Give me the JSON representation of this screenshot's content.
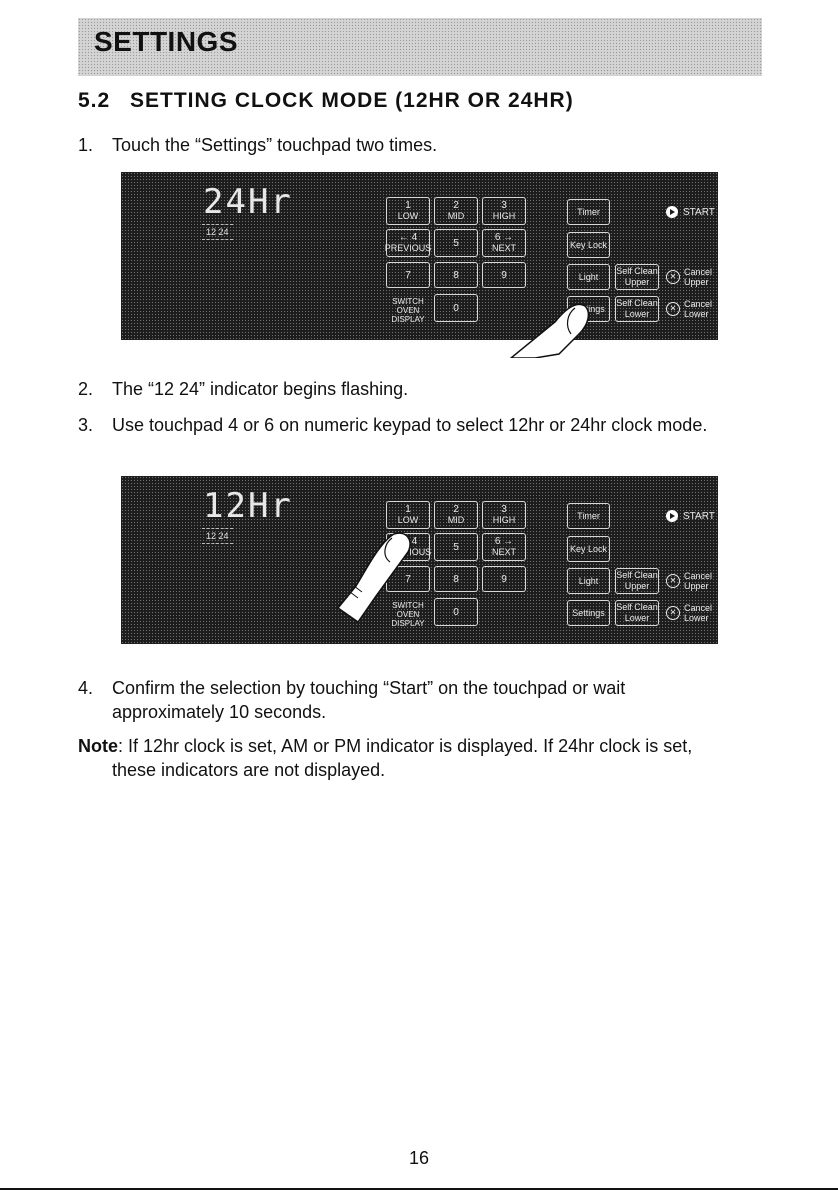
{
  "header": {
    "title": "SETTINGS"
  },
  "section": {
    "number": "5.2",
    "title": "SETTING CLOCK MODE (12HR OR 24HR)"
  },
  "steps": [
    {
      "n": "1.",
      "text": "Touch the “Settings” touchpad two times."
    },
    {
      "n": "2.",
      "text": "The “12 24” indicator begins flashing."
    },
    {
      "n": "3.",
      "text": "Use touchpad 4 or 6 on numeric keypad to select 12hr or 24hr clock mode."
    },
    {
      "n": "4.",
      "text": "Confirm the selection by touching “Start” on the touchpad or wait approximately 10 seconds."
    }
  ],
  "note": {
    "label": "Note",
    "text": ": If 12hr clock is set, AM or PM indicator is displayed. If 24hr clock is set,",
    "cont": "these indicators are not displayed."
  },
  "panels": [
    {
      "display": "24Hr",
      "indicator": "12 24",
      "pressed": "Settings"
    },
    {
      "display": "12Hr",
      "indicator": "12 24",
      "pressed": "4"
    }
  ],
  "keypad": {
    "k1": {
      "num": "1",
      "sub": "LOW"
    },
    "k2": {
      "num": "2",
      "sub": "MID"
    },
    "k3": {
      "num": "3",
      "sub": "HIGH"
    },
    "k4": {
      "num": "← 4",
      "sub": "PREVIOUS"
    },
    "k5": {
      "num": "5",
      "sub": ""
    },
    "k6": {
      "num": "6 →",
      "sub": "NEXT"
    },
    "k7": {
      "num": "7"
    },
    "k8": {
      "num": "8"
    },
    "k9": {
      "num": "9"
    },
    "k0": {
      "num": "0"
    },
    "switch": {
      "l1": "SWITCH",
      "l2": "OVEN",
      "l3": "DISPLAY"
    },
    "timer": "Timer",
    "keylock": "Key Lock",
    "light": "Light",
    "settings": "Settings",
    "selfclean_upper": {
      "l1": "Self Clean",
      "l2": "Upper"
    },
    "selfclean_lower": {
      "l1": "Self Clean",
      "l2": "Lower"
    },
    "start": "START",
    "cancel_upper": {
      "l1": "Cancel",
      "l2": "Upper"
    },
    "cancel_lower": {
      "l1": "Cancel",
      "l2": "Lower"
    }
  },
  "page": {
    "number": "16"
  }
}
